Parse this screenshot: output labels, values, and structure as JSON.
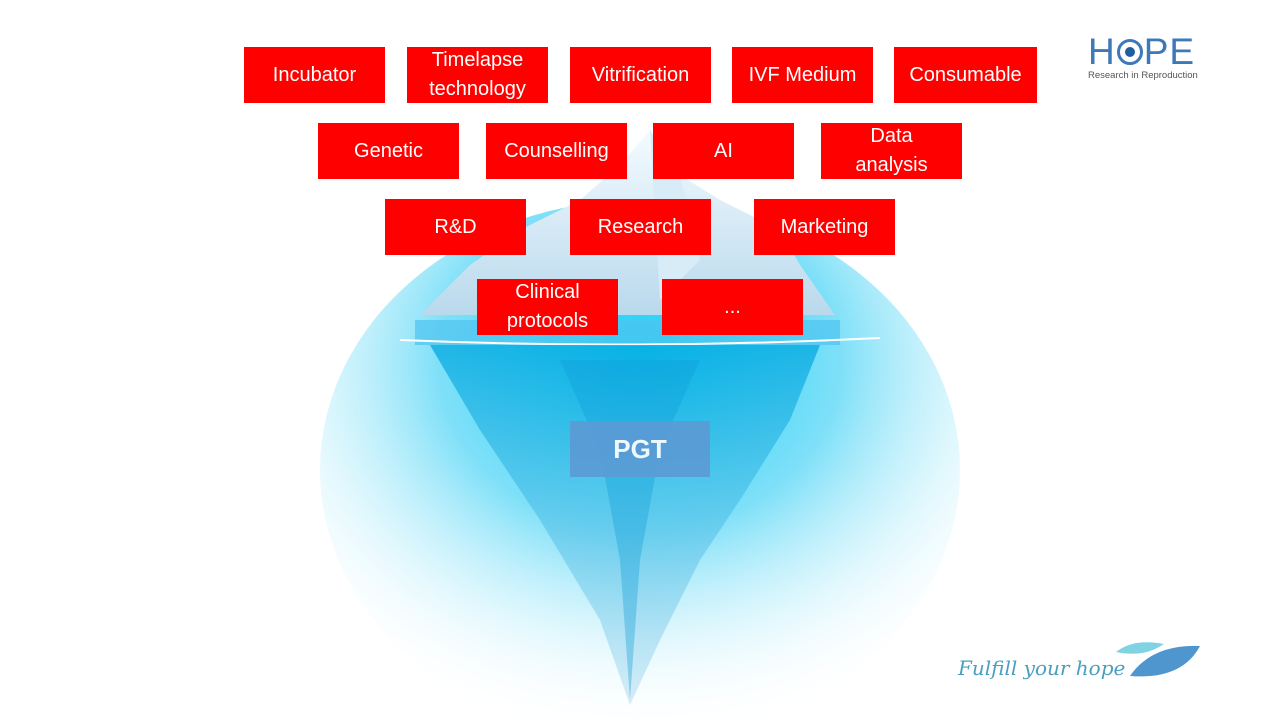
{
  "boxes": [
    {
      "label": "Incubator"
    },
    {
      "label": "Timelapse technology"
    },
    {
      "label": "Vitrification"
    },
    {
      "label": "IVF Medium"
    },
    {
      "label": "Consumable"
    },
    {
      "label": "Genetic"
    },
    {
      "label": "Counselling"
    },
    {
      "label": "AI"
    },
    {
      "label": "Data analysis"
    },
    {
      "label": "R&D"
    },
    {
      "label": "Research"
    },
    {
      "label": "Marketing"
    },
    {
      "label": "Clinical protocols"
    },
    {
      "label": "..."
    }
  ],
  "hidden_box": {
    "label": "PGT"
  },
  "logo": {
    "word_start": "H",
    "word_end": "PE",
    "subtitle": "Research in Reproduction"
  },
  "tagline": "Fulfill your hope",
  "colors": {
    "box": "#ff0000",
    "pgt": "#5b9bd5",
    "logo": "#3d78b8",
    "water": "#1fc8f0"
  }
}
